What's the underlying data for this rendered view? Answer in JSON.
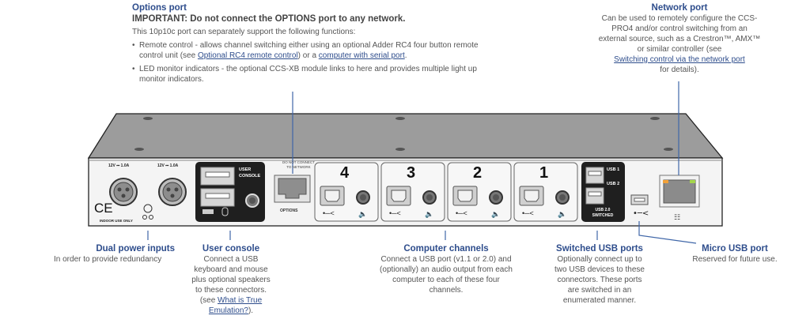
{
  "options_port": {
    "title": "Options port",
    "important": "IMPORTANT: Do not connect the OPTIONS port to any network.",
    "intro": "This 10p10c port can separately support the following functions:",
    "bullets": [
      {
        "before": "Remote control - allows channel switching either using an optional Adder RC4 four button remote control unit (see ",
        "link1": "Optional RC4 remote control",
        "mid": ") or a ",
        "link2": "computer with serial port",
        "after": "."
      },
      {
        "text": "LED monitor indicators - the optional CCS-XB module links to here and provides multiple light up monitor indicators."
      }
    ]
  },
  "network_port": {
    "title": "Network port",
    "text": "Can be used to remotely configure the CCS-PRO4 and/or control switching from an external source, such as a Crestron™, AMX™ or similar controller (see",
    "link": "Switching control via the network port",
    "after": "for details)."
  },
  "dual_power": {
    "title": "Dual power inputs",
    "text": "In order to provide redundancy"
  },
  "user_console": {
    "title": "User console",
    "text": "Connect a USB keyboard and mouse plus optional speakers to these connectors.",
    "see": "(see ",
    "link": "What is True Emulation?",
    "after": ")."
  },
  "computer_channels": {
    "title": "Computer channels",
    "text": "Connect a USB port (v1.1 or 2.0) and (optionally) an audio output from each computer to each of these four channels."
  },
  "switched_usb": {
    "title": "Switched USB ports",
    "text": "Optionally connect up to two USB devices to these connectors. These ports are switched in an enumerated manner."
  },
  "micro_usb": {
    "title": "Micro USB port",
    "text": "Reserved for future use."
  },
  "device": {
    "power_rating_1": "12V ⎓ 1.0A",
    "power_rating_2": "12V ⎓ 1.0A",
    "ce_mark": "CE",
    "indoor_label": "INDOOR USE ONLY",
    "user_console_label_1": "USER",
    "user_console_label_2": "CONSOLE",
    "do_not_connect_1": "DO NOT CONNECT",
    "do_not_connect_2": "TO NETWORK",
    "options_label": "OPTIONS",
    "channels": [
      "4",
      "3",
      "2",
      "1"
    ],
    "usb1_label": "USB 1",
    "usb2_label": "USB 2",
    "usb_switched_1": "USB 2.0",
    "usb_switched_2": "SWITCHED"
  },
  "colors": {
    "heading": "#2e4d8c",
    "leader": "#3f66a8",
    "chassis_top": "#9a9a9a",
    "panel": "#f4f4f4",
    "dark_block": "#1f1f1f",
    "led_amber": "#f2a23a",
    "led_green": "#a4d64a"
  }
}
